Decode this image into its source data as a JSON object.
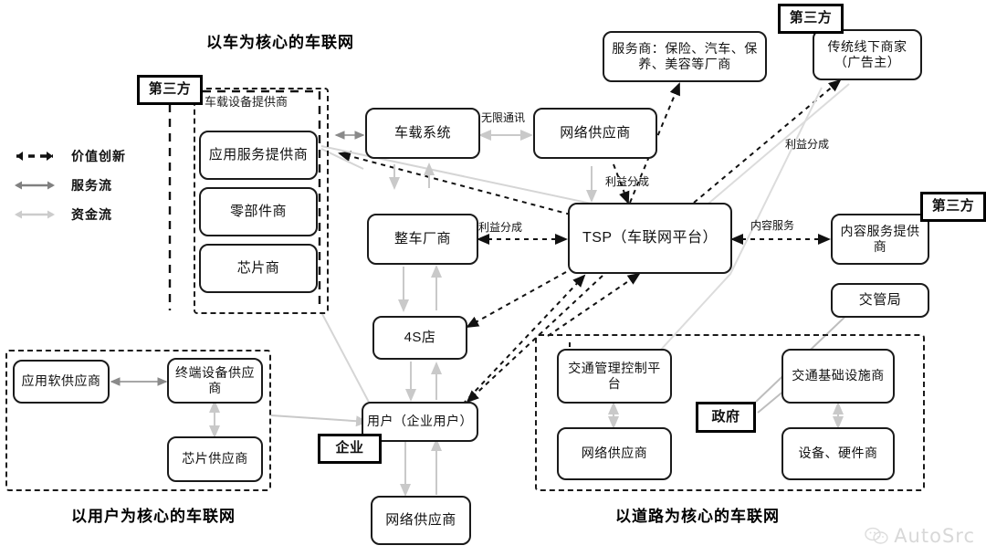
{
  "legend": {
    "items": [
      {
        "id": "value-innovation",
        "label": "价值创新",
        "style": "dashed-black",
        "color": "#111111"
      },
      {
        "id": "service-flow",
        "label": "服务流",
        "style": "solid-arrow",
        "color": "#808080"
      },
      {
        "id": "capital-flow",
        "label": "资金流",
        "style": "solid-arrow",
        "color": "#c9c9c9"
      }
    ]
  },
  "sections": {
    "vehicle": {
      "title": "以车为核心的车联网"
    },
    "user": {
      "title": "以用户为核心的车联网"
    },
    "road": {
      "title": "以道路为核心的车联网"
    }
  },
  "groups": {
    "onboard_equipment": {
      "caption": "车载设备提供商"
    },
    "user_group": {
      "caption": ""
    },
    "road_group": {
      "caption": ""
    }
  },
  "tags": {
    "third_party_left": "第三方",
    "third_party_top": "第三方",
    "third_party_right": "第三方",
    "enterprise": "企业",
    "government": "政府"
  },
  "nodes": {
    "app_service_provider": "应用服务提供商",
    "parts_supplier": "零部件商",
    "chip_maker": "芯片商",
    "vehicle_system": "车载系统",
    "network_provider_top": "网络供应商",
    "service_providers": "服务商：保险、汽车、保养、美容等厂商",
    "offline_merchant": "传统线下商家（广告主）",
    "oem": "整车厂商",
    "tsp": "TSP（车联网平台）",
    "content_service_provider": "内容服务提供商",
    "traffic_bureau": "交管局",
    "dealer_4s": "4S店",
    "user": "用户（企业用户）",
    "network_provider_bottom": "网络供应商",
    "app_soft_supplier": "应用软供应商",
    "terminal_device_supplier": "终端设备供应商",
    "chip_supplier": "芯片供应商",
    "traffic_control_platform": "交通管理控制平台",
    "road_network_provider": "网络供应商",
    "traffic_infra_provider": "交通基础设施商",
    "device_hardware_provider": "设备、硬件商"
  },
  "edge_labels": {
    "wireless_comm": "无限通讯",
    "profit_share_network_tsp": "利益分成",
    "profit_share_oem_tsp": "利益分成",
    "profit_share_merchant": "利益分成",
    "content_service": "内容服务"
  },
  "watermark": {
    "text": "AutoSrc",
    "icon": "wechat-icon"
  }
}
